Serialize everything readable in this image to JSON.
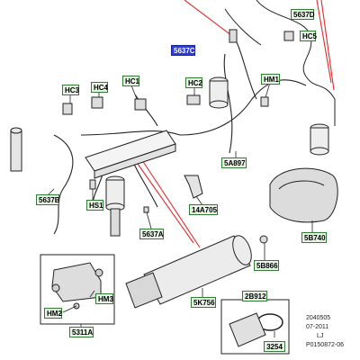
{
  "callouts": {
    "c5637D": "5637D",
    "cHC5": "HC5",
    "c5637C": "5637C",
    "cHC3": "HC3",
    "cHC4": "HC4",
    "cHC1": "HC1",
    "cHC2": "HC2",
    "cHM1": "HM1",
    "c5A897": "5A897",
    "c5637B": "5637B",
    "cHS1": "HS1",
    "c14A705": "14A705",
    "c5637A": "5637A",
    "c5B740": "5B740",
    "c5B866": "5B866",
    "cHM3": "HM3",
    "cHM2": "HM2",
    "c5311A": "5311A",
    "c5K756": "5K756",
    "c2B912": "2B912",
    "c3254": "3254"
  },
  "highlight_callout": "5637C",
  "colors": {
    "callout_fill": "#e8f4e6",
    "callout_border": "#2e7d32",
    "highlight_fill": "#2d3bd6",
    "route_red": "#e32a2a"
  },
  "footer": {
    "line1": "2040505",
    "line2": "07-2011",
    "line3": "LJ",
    "line4": "P0150872-06"
  }
}
